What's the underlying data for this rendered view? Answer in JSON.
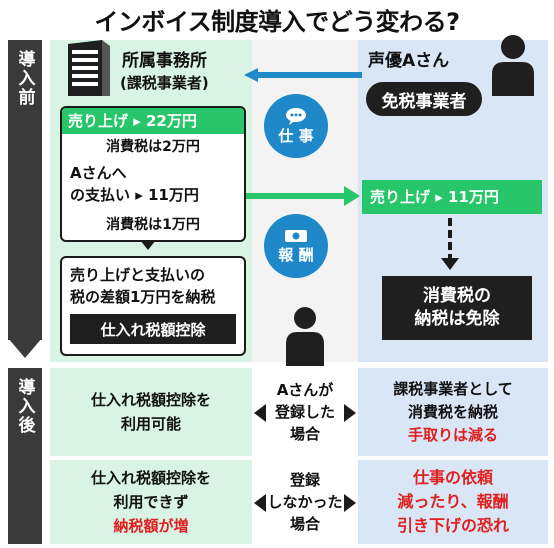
{
  "title": "インボイス制度導入でどう変わる?",
  "side_labels": {
    "before": "導入前",
    "after": "導入後"
  },
  "office": {
    "name": "所属事務所",
    "sub": "(課税事業者)",
    "revenue": "売り上げ ▸ 22万円",
    "revenue_tax": "消費税は2万円",
    "payment_line1": "Aさんへ",
    "payment_line2": "の支払い ▸ 11万円",
    "payment_tax": "消費税は1万円",
    "diff_line1": "売り上げと支払いの",
    "diff_line2": "税の差額1万円を納税",
    "deduction": "仕入れ税額控除"
  },
  "actor": {
    "name": "声優Aさん",
    "status": "免税事業者",
    "revenue": "売り上げ ▸ 11万円",
    "exempt_line1": "消費税の",
    "exempt_line2": "納税は免除"
  },
  "flows": {
    "work_line1": "仕",
    "work_line2": "事",
    "pay_line1": "報",
    "pay_line2": "酬"
  },
  "after": {
    "row1_left_line1": "仕入れ税額控除を",
    "row1_left_line2": "利用可能",
    "row1_mid_line1": "Aさんが",
    "row1_mid_line2": "登録した",
    "row1_mid_line3": "場合",
    "row1_right_line1": "課税事業者として",
    "row1_right_line2": "消費税を納税",
    "row1_right_line3": "手取りは減る",
    "row2_left_line1": "仕入れ税額控除を",
    "row2_left_line2": "利用できず",
    "row2_left_line3": "納税額が増",
    "row2_mid_line1": "登録",
    "row2_mid_line2": "しなかった",
    "row2_mid_line3": "場合",
    "row2_right_line1": "仕事の依頼",
    "row2_right_line2": "減ったり、報酬",
    "row2_right_line3": "引き下げの恐れ"
  },
  "colors": {
    "green": "#28c66a",
    "blue": "#1e88c8",
    "red": "#e02020",
    "dark": "#1f1f1f"
  }
}
